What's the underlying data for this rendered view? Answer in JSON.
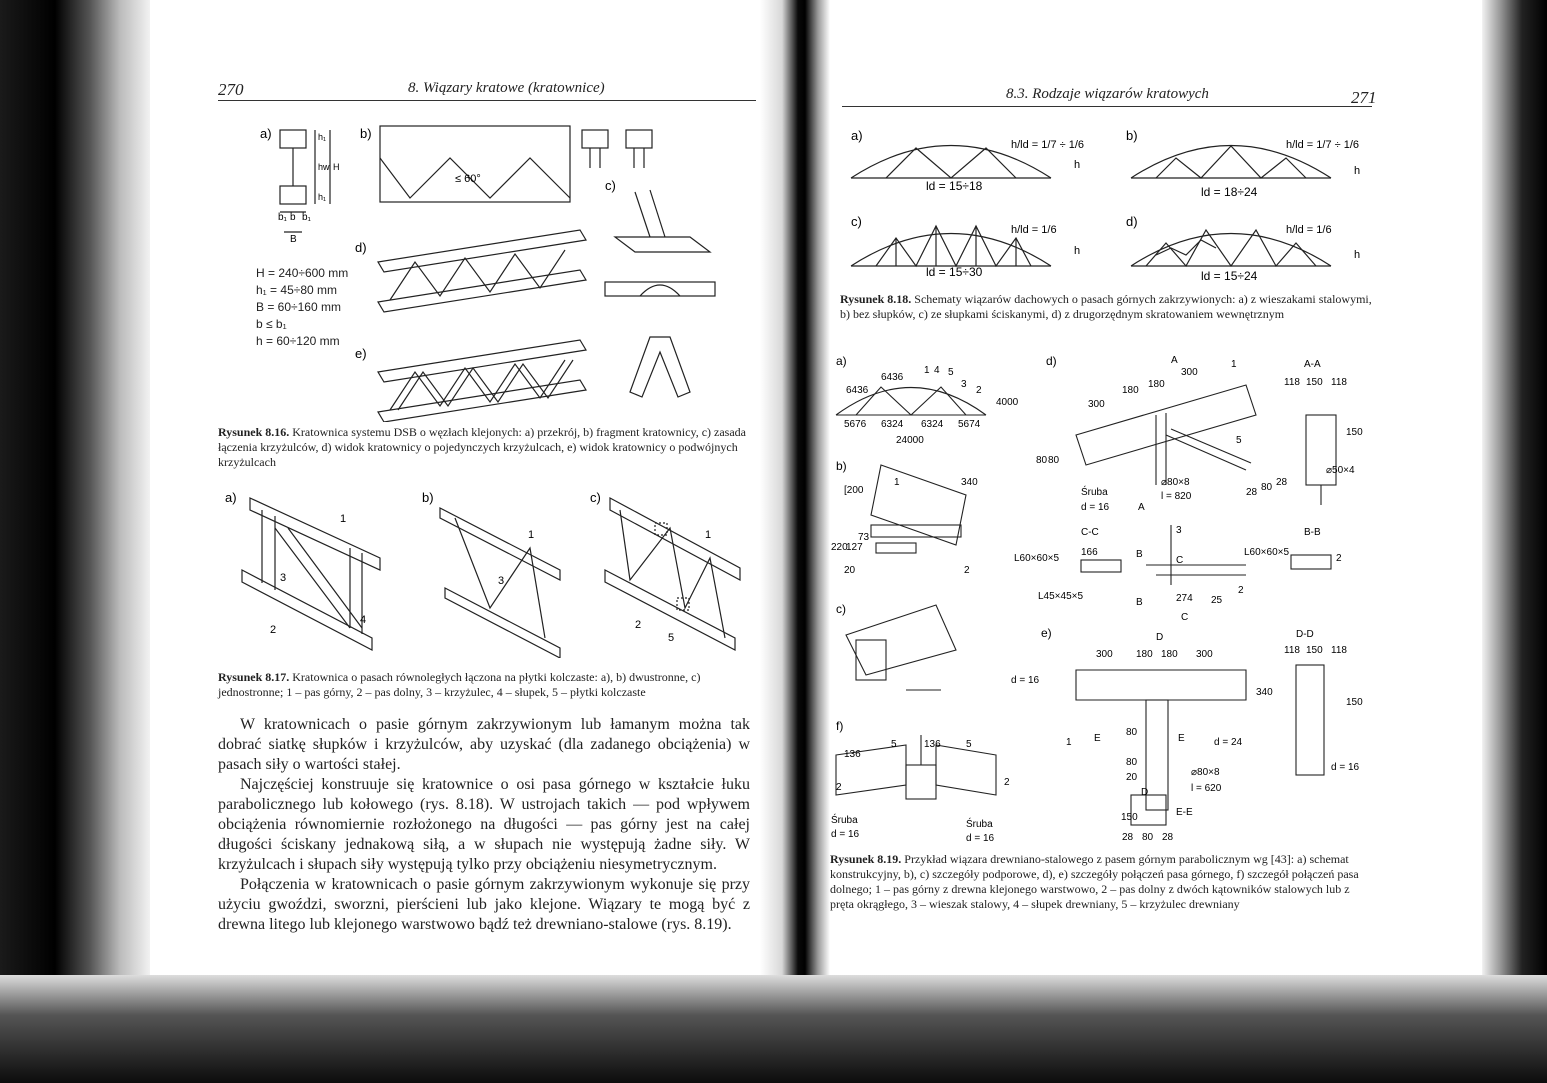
{
  "left_page": {
    "page_number": "270",
    "running_head": "8. Wiązary kratowe (kratownice)",
    "fig816": {
      "panel_labels": [
        "a)",
        "b)",
        "c)",
        "d)",
        "e)"
      ],
      "angle_label": "≤ 60°",
      "dims": [
        "H = 240÷600 mm",
        "h₁ = 45÷80 mm",
        "B = 60÷160 mm",
        "b ≤ b₁",
        "h = 60÷120 mm"
      ],
      "small_labels": [
        "b₁",
        "b",
        "b₁",
        "B",
        "h₁",
        "hw",
        "h₁",
        "H"
      ],
      "caption_label": "Rysunek 8.16.",
      "caption_text": " Kratownica systemu DSB o węzłach klejonych: a) przekrój, b) fragment kratownicy, c) zasada łączenia krzyżulców, d) widok kratownicy o pojedynczych krzyżulcach, e) widok kratownicy o podwójnych krzyżulcach"
    },
    "fig817": {
      "panel_labels": [
        "a)",
        "b)",
        "c)"
      ],
      "part_labels": [
        "1",
        "2",
        "3",
        "4",
        "1",
        "3",
        "1",
        "2",
        "5"
      ],
      "caption_label": "Rysunek 8.17.",
      "caption_text": " Kratownica o pasach równoległych łączona na płytki kolczaste: a), b) dwustronne, c) jednostronne; 1 – pas górny, 2 – pas dolny, 3 – krzyżulec, 4 – słupek, 5 – płytki kolczaste"
    },
    "paragraphs": [
      "W kratownicach o pasie górnym zakrzywionym lub łamanym można tak dobrać siatkę słupków i krzyżulców, aby uzyskać (dla zadanego obciążenia) w pasach siły o wartości stałej.",
      "Najczęściej konstruuje się kratownice o osi pasa górnego w kształcie łuku parabolicznego lub kołowego (rys. 8.18). W ustrojach takich — pod wpływem obciążenia równomiernie rozłożonego na długości — pas górny jest na całej długości ściskany jednakową siłą, a w słupach nie występują żadne siły. W krzyżulcach i słupach siły występują tylko przy obciążeniu niesymetrycznym.",
      "Połączenia w kratownicach o pasie górnym zakrzywionym wykonuje się przy użyciu gwoździ, sworzni, pierścieni lub jako klejone. Wiązary te mogą być z drewna litego lub klejonego warstwowo bądź też drewniano-stalowe (rys. 8.19)."
    ]
  },
  "right_page": {
    "page_number": "271",
    "running_head": "8.3. Rodzaje wiązarów kratowych",
    "fig818": {
      "panels": [
        {
          "label": "a)",
          "ratio": "h/ld = 1/7 ÷ 1/6",
          "span": "ld = 15÷18"
        },
        {
          "label": "b)",
          "ratio": "h/ld = 1/7 ÷ 1/6",
          "span": "ld = 18÷24"
        },
        {
          "label": "c)",
          "ratio": "h/ld = 1/6",
          "span": "ld = 15÷30"
        },
        {
          "label": "d)",
          "ratio": "h/ld = 1/6",
          "span": "ld = 15÷24"
        }
      ],
      "h_label": "h",
      "caption_label": "Rysunek 8.18.",
      "caption_text": " Schematy wiązarów dachowych o pasach górnych zakrzywionych: a) z wieszakami stalowymi, b) bez słupków, c) ze słupkami ściskanymi, d) z drugorzędnym skratowaniem wewnętrznym"
    },
    "fig819": {
      "panel_labels": [
        "a)",
        "b)",
        "c)",
        "d)",
        "e)",
        "f)"
      ],
      "section_labels": [
        "A-A",
        "B-B",
        "C-C",
        "D-D",
        "E-E"
      ],
      "a_dims": [
        "6436",
        "6436",
        "1",
        "4",
        "5",
        "3",
        "2",
        "5676",
        "6324",
        "6324",
        "5674",
        "24000",
        "4000"
      ],
      "b_labels": [
        "[200",
        "1",
        "340",
        "220",
        "127",
        "73",
        "20",
        "2"
      ],
      "d_labels": [
        "A",
        "300",
        "180",
        "180",
        "300",
        "1",
        "80",
        "80",
        "Śruba",
        "d = 16",
        "A",
        "5",
        "⌀80×8",
        "l = 820",
        "28",
        "80",
        "28"
      ],
      "aa_labels": [
        "118",
        "150",
        "118",
        "150",
        "⌀50×4"
      ],
      "c_section_labels": [
        "166",
        "L60×60×5",
        "L45×45×5"
      ],
      "b_section_labels": [
        "3",
        "B",
        "C",
        "B",
        "274",
        "25",
        "C",
        "2",
        "L60×60×5",
        "2"
      ],
      "e_labels": [
        "D",
        "300",
        "180",
        "180",
        "300",
        "d = 16",
        "340",
        "1",
        "E",
        "E",
        "d = 24",
        "80",
        "80",
        "20",
        "⌀80×8",
        "l = 620",
        "D",
        "150"
      ],
      "dd_labels": [
        "118",
        "150",
        "118",
        "150",
        "d = 16"
      ],
      "ee_labels": [
        "28",
        "80",
        "28"
      ],
      "f_labels": [
        "136",
        "5",
        "136",
        "5",
        "2",
        "2",
        "Śruba",
        "d = 16",
        "Śruba",
        "d = 16"
      ],
      "caption_label": "Rysunek 8.19.",
      "caption_text": " Przykład wiązara drewniano-stalowego z pasem górnym parabolicznym wg [43]: a) schemat konstrukcyjny, b), c) szczegóły podporowe, d), e) szczegóły połączeń pasa górnego, f) szczegół połączeń pasa dolnego; 1 – pas górny z drewna klejonego warstwowo, 2 – pas dolny z dwóch kątowników stalowych lub z pręta okrągłego, 3 – wieszak stalowy, 4 – słupek drewniany, 5 – krzyżulec drewniany"
    }
  }
}
